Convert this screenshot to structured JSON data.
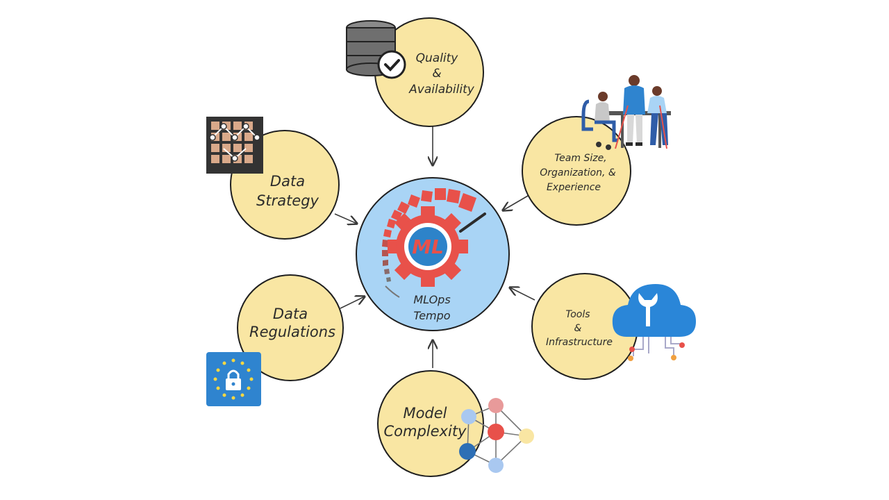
{
  "colors": {
    "node_fill": "#f9e6a3",
    "center_fill": "#a9d4f5",
    "gear": "#e8514a",
    "logo_blue": "#2d83c9",
    "db_gray": "#6f6f6f",
    "eu_blue": "#2f84cf",
    "cloud_blue": "#2a86d8",
    "outline": "#1f1f1f"
  },
  "center": {
    "lines": [
      "MLOps",
      "Tempo"
    ],
    "logo_text": "ML"
  },
  "nodes": {
    "quality": {
      "lines": [
        "Quality",
        "&",
        "Availability"
      ],
      "icon": "database-check-icon"
    },
    "team": {
      "lines": [
        "Team Size,",
        "Organization, &",
        "Experience"
      ],
      "icon": "team-people-icon"
    },
    "tools": {
      "lines": [
        "Tools",
        "&",
        "Infrastructure"
      ],
      "icon": "cloud-wrench-icon"
    },
    "model": {
      "lines": [
        "Model",
        "Complexity"
      ],
      "icon": "neural-network-icon"
    },
    "regulations": {
      "lines": [
        "Data",
        "Regulations"
      ],
      "icon": "eu-lock-icon"
    },
    "strategy": {
      "lines": [
        "Data",
        "Strategy"
      ],
      "icon": "grid-strategy-icon"
    }
  }
}
